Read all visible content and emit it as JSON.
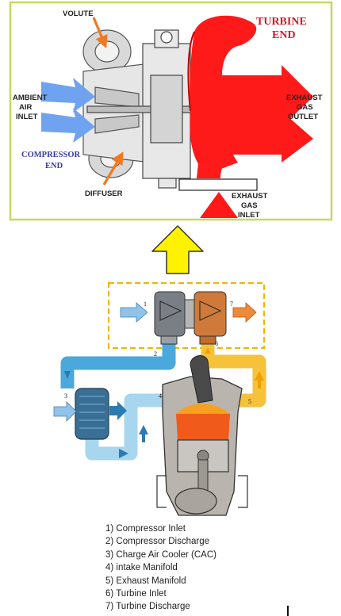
{
  "turbo_cutaway": {
    "labels": {
      "volute": "VOLUTE",
      "turbine_end_1": "TURBINE",
      "turbine_end_2": "END",
      "ambient_1": "AMBIENT",
      "ambient_2": "AIR",
      "ambient_3": "INLET",
      "compressor_end_1": "COMPRESSOR",
      "compressor_end_2": "END",
      "diffuser": "DIFFUSER",
      "exhaust_outlet_1": "EXHAUST",
      "exhaust_outlet_2": "GAS",
      "exhaust_outlet_3": "OUTLET",
      "exhaust_inlet_1": "EXHAUST",
      "exhaust_inlet_2": "GAS",
      "exhaust_inlet_3": "INLET"
    },
    "colors": {
      "frame": "#c8d860",
      "hot_flow": "#ff1a1a",
      "cold_flow": "#6fa3f0",
      "leader_arrow": "#f07820",
      "turbine_end_text": "#d01a2a",
      "compressor_end_text": "#3a3aa0"
    }
  },
  "connector_arrow": {
    "color": "#fff200",
    "stroke": "#333333"
  },
  "engine_diagram": {
    "markers": [
      "1",
      "2",
      "3",
      "4",
      "5",
      "6",
      "7"
    ],
    "colors": {
      "cold_pipe": "#4aa8dc",
      "cold_pipe_light": "#a8d6ee",
      "hot_pipe": "#f6c23a",
      "flame": "#f05a1a",
      "dashed_box": "#f3b300"
    }
  },
  "legend": [
    "1) Compressor Inlet",
    "2) Compressor Discharge",
    "3) Charge Air Cooler (CAC)",
    "4) intake Manifold",
    "5) Exhaust Manifold",
    "6) Turbine Inlet",
    "7) Turbine Discharge"
  ]
}
